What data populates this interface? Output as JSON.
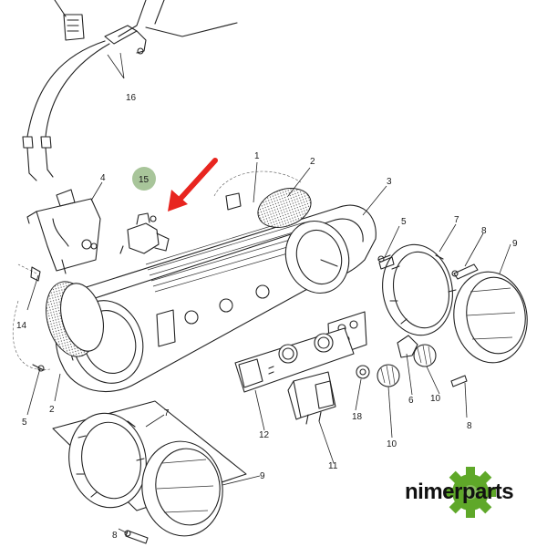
{
  "callouts": [
    {
      "id": "1",
      "text": "1"
    },
    {
      "id": "2a",
      "text": "2"
    },
    {
      "id": "2b",
      "text": "2"
    },
    {
      "id": "3",
      "text": "3"
    },
    {
      "id": "4",
      "text": "4"
    },
    {
      "id": "5a",
      "text": "5"
    },
    {
      "id": "5b",
      "text": "5"
    },
    {
      "id": "6",
      "text": "6"
    },
    {
      "id": "7a",
      "text": "7"
    },
    {
      "id": "7b",
      "text": "7"
    },
    {
      "id": "8a",
      "text": "8"
    },
    {
      "id": "8b",
      "text": "8"
    },
    {
      "id": "8c",
      "text": "8"
    },
    {
      "id": "9a",
      "text": "9"
    },
    {
      "id": "9b",
      "text": "9"
    },
    {
      "id": "10a",
      "text": "10"
    },
    {
      "id": "10b",
      "text": "10"
    },
    {
      "id": "11",
      "text": "11"
    },
    {
      "id": "12",
      "text": "12"
    },
    {
      "id": "14",
      "text": "14"
    },
    {
      "id": "15",
      "text": "15"
    },
    {
      "id": "16",
      "text": "16"
    },
    {
      "id": "18",
      "text": "18"
    }
  ],
  "highlight": {
    "part": "15",
    "circle_color": "#a8c59a",
    "arrow_color": "#e8251f"
  },
  "brand": {
    "text": "nimerparts",
    "gear_color": "#5fa829"
  }
}
